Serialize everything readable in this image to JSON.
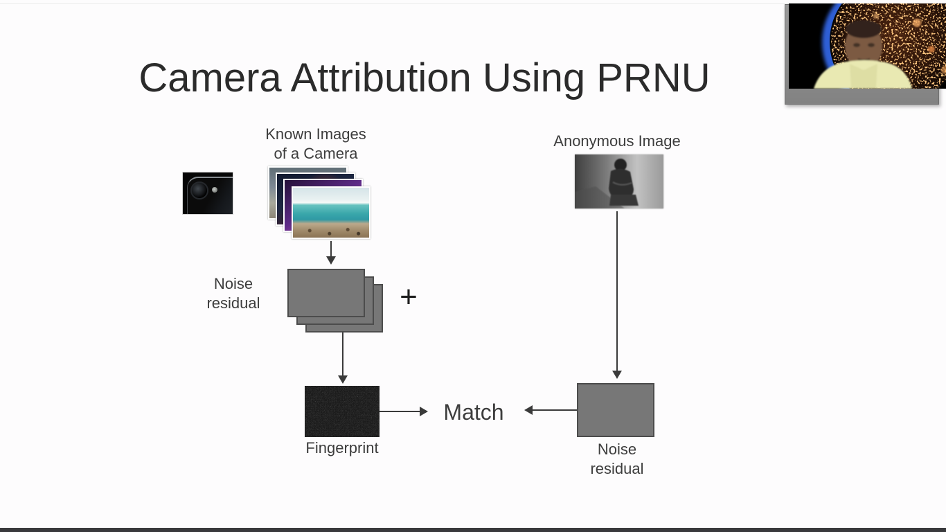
{
  "slide": {
    "title": "Camera Attribution Using PRNU",
    "labels": {
      "known_images_line1": "Known Images",
      "known_images_line2": "of a Camera",
      "anonymous_image": "Anonymous Image",
      "noise_residual_left_line1": "Noise",
      "noise_residual_left_line2": "residual",
      "plus": "+",
      "fingerprint": "Fingerprint",
      "match": "Match",
      "noise_residual_right_line1": "Noise",
      "noise_residual_right_line2": "residual"
    }
  },
  "icons": {
    "phone_camera_image": "smartphone-camera-closeup",
    "photo_stack": "known-sample-photos-stack",
    "anonymous_photo": "grayscale-anonymous-photo",
    "fingerprint_patch": "prnu-noise-fingerprint",
    "webcam": "presenter-webcam-video"
  },
  "colors": {
    "noise_box_fill": "#777777",
    "noise_box_border": "#4c4c4c",
    "arrow": "#3a3a3a",
    "label_text": "#3d3d3d",
    "title_text": "#2b2b2b",
    "bottom_bar": "#39393c"
  }
}
